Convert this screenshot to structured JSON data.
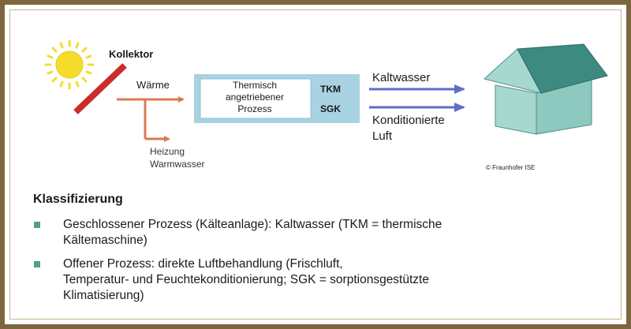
{
  "diagram": {
    "collector_label": "Kollektor",
    "heat_label": "Wärme",
    "heating_label_line1": "Heizung",
    "heating_label_line2": "Warmwasser",
    "process_line1": "Thermisch",
    "process_line2": "angetriebener",
    "process_line3": "Prozess",
    "tkm_label": "TKM",
    "sgk_label": "SGK",
    "chilled_water_label": "Kaltwasser",
    "conditioned_air_line1": "Konditionierte",
    "conditioned_air_line2": "Luft",
    "copyright": "© Fraunhofer ISE",
    "colors": {
      "sun": "#f5dc2a",
      "collector": "#cc2b2b",
      "heat_arrow": "#d97b52",
      "process_box": "#a9d2e3",
      "output_arrow": "#5f6ec4",
      "house_wall": "#a7d8d0",
      "house_roof": "#3c8a80",
      "bullet": "#4ea283"
    }
  },
  "classification": {
    "title": "Klassifizierung",
    "bullets": [
      {
        "line1": "Geschlossener Prozess (Kälteanlage): Kaltwasser (TKM = thermische",
        "line2": "Kältemaschine)"
      },
      {
        "line1": "Offener Prozess: direkte Luftbehandlung (Frischluft,",
        "line2": "Temperatur- und Feuchtekonditionierung; SGK = sorptionsgestützte",
        "line3": "Klimatisierung)"
      }
    ]
  }
}
